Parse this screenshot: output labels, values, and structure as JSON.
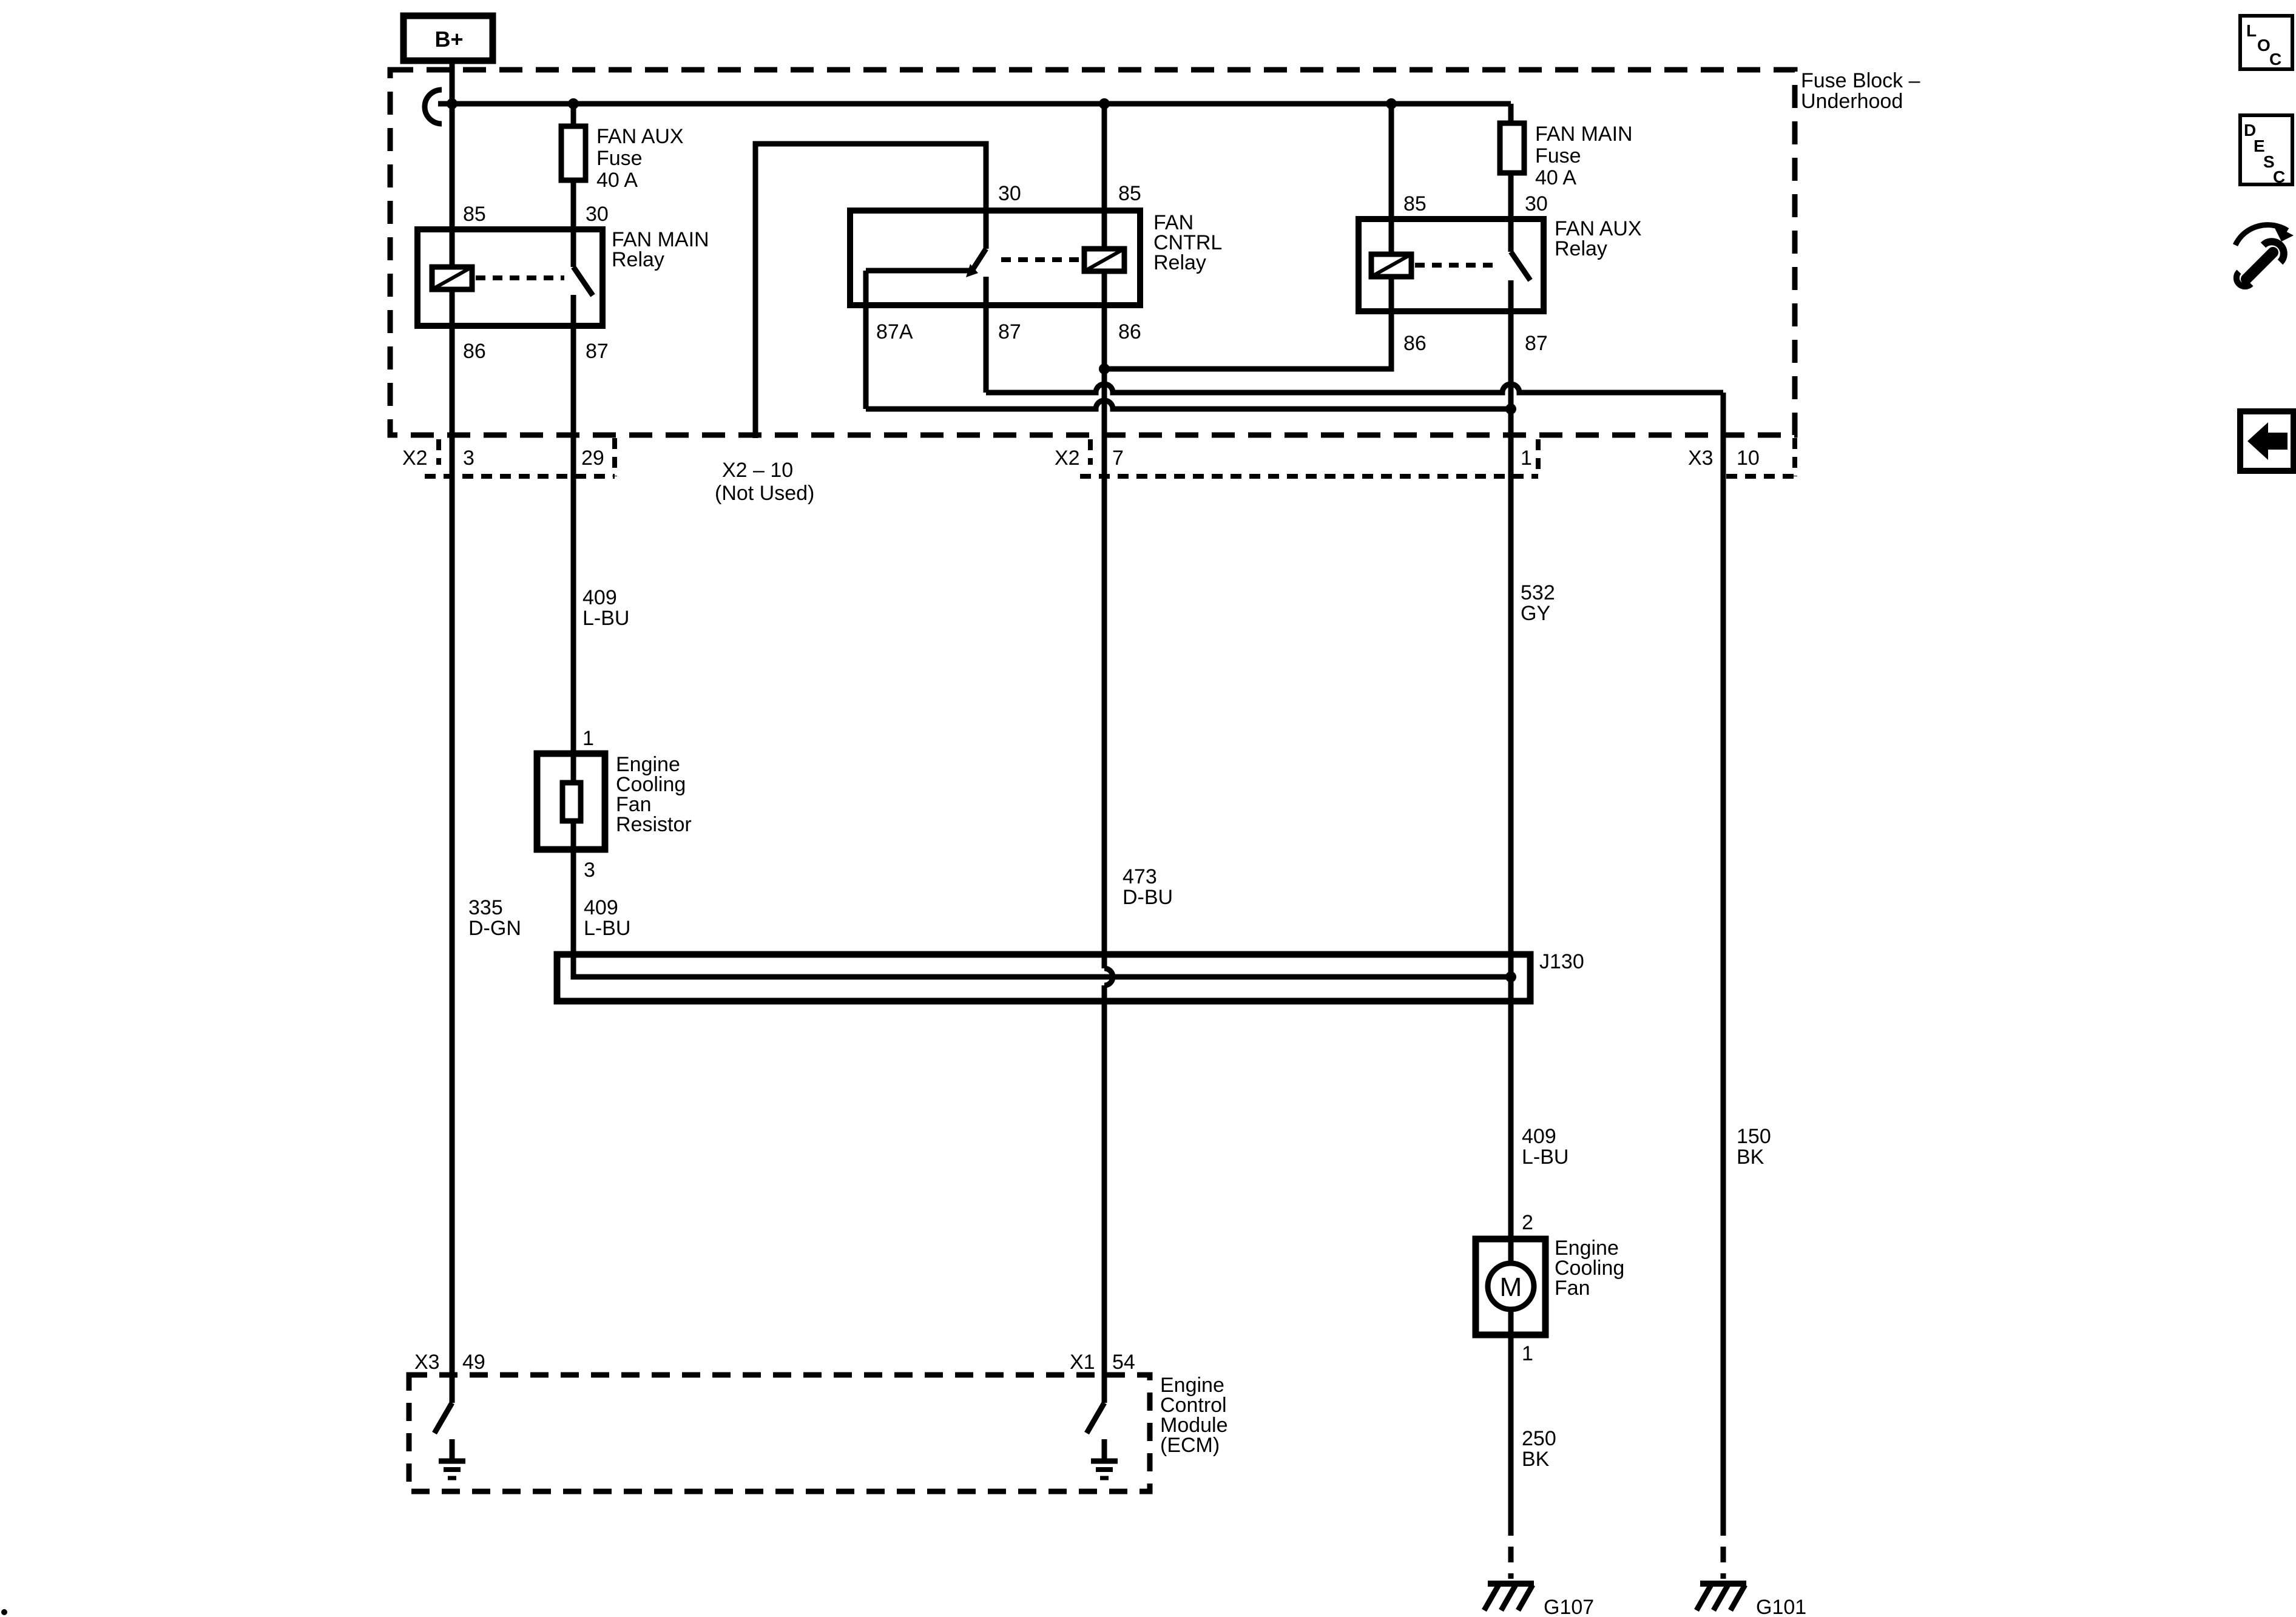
{
  "diagram": {
    "b_plus": "B+",
    "fuse_block": {
      "title1": "Fuse Block –",
      "title2": "Underhood"
    },
    "fan_aux_fuse": {
      "l1": "FAN AUX",
      "l2": "Fuse",
      "l3": "40 A"
    },
    "fan_main_fuse": {
      "l1": "FAN MAIN",
      "l2": "Fuse",
      "l3": "40 A"
    },
    "fan_main_relay": {
      "l1": "FAN MAIN",
      "l2": "Relay",
      "p85": "85",
      "p30": "30",
      "p86": "86",
      "p87": "87"
    },
    "fan_cntrl_relay": {
      "l1": "FAN",
      "l2": "CNTRL",
      "l3": "Relay",
      "p30": "30",
      "p85": "85",
      "p87a": "87A",
      "p87": "87",
      "p86": "86"
    },
    "fan_aux_relay": {
      "l1": "FAN AUX",
      "l2": "Relay",
      "p85": "85",
      "p30": "30",
      "p86": "86",
      "p87": "87"
    },
    "conn_x2_left": {
      "name": "X2",
      "pin_a": "3",
      "pin_b": "29"
    },
    "conn_x2_10": {
      "l1": "X2 – 10",
      "l2": "(Not Used)"
    },
    "conn_x2_mid": {
      "name": "X2",
      "pin": "7"
    },
    "conn_pin1": "1",
    "conn_x3_10": {
      "name": "X3",
      "pin": "10"
    },
    "wire_335": {
      "code": "335",
      "color": "D-GN"
    },
    "wire_409_a": {
      "code": "409",
      "color": "L-BU"
    },
    "wire_409_b": {
      "code": "409",
      "color": "L-BU"
    },
    "wire_473": {
      "code": "473",
      "color": "D-BU"
    },
    "wire_532": {
      "code": "532",
      "color": "GY"
    },
    "wire_409_c": {
      "code": "409",
      "color": "L-BU"
    },
    "wire_150": {
      "code": "150",
      "color": "BK"
    },
    "wire_250": {
      "code": "250",
      "color": "BK"
    },
    "resistor": {
      "pin1": "1",
      "pin3": "3",
      "l1": "Engine",
      "l2": "Cooling",
      "l3": "Fan",
      "l4": "Resistor"
    },
    "splice": "J130",
    "fan_motor": {
      "pin2": "2",
      "pin1": "1",
      "m": "M",
      "l1": "Engine",
      "l2": "Cooling",
      "l3": "Fan"
    },
    "ecm": {
      "x3": "X3",
      "p49": "49",
      "x1": "X1",
      "p54": "54",
      "l1": "Engine",
      "l2": "Control",
      "l3": "Module",
      "l4": "(ECM)"
    },
    "g107": "G107",
    "g101": "G101"
  },
  "sidebar": {
    "loc": [
      "L",
      "O",
      "C"
    ],
    "desc": [
      "D",
      "E",
      "S",
      "C"
    ]
  },
  "colors": {
    "ink": "#000000",
    "paper": "#ffffff"
  }
}
